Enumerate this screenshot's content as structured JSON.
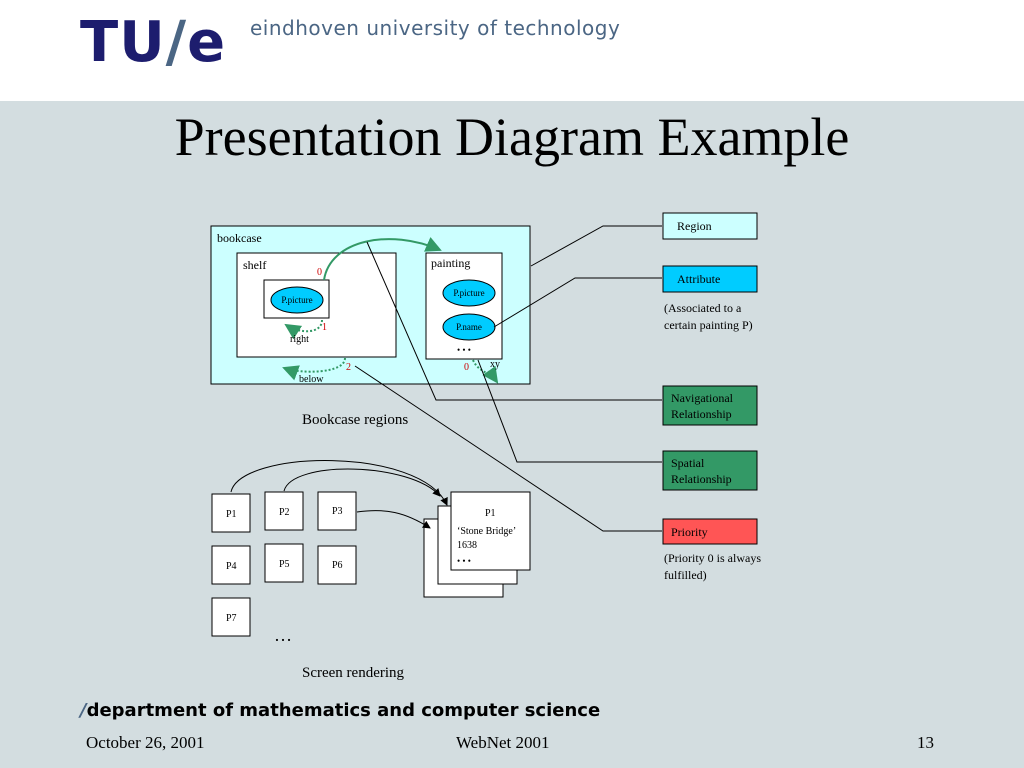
{
  "header": {
    "logo_tu": "TU",
    "logo_slash": "/",
    "logo_e": "e",
    "university": "eindhoven university of technology"
  },
  "title": "Presentation Diagram Example",
  "diagram": {
    "bookcase": "bookcase",
    "shelf": "shelf",
    "painting": "painting",
    "p_picture": "P.picture",
    "p_name": "P.name",
    "dots": "• • •",
    "priority_0a": "0",
    "priority_1": "1",
    "priority_2": "2",
    "priority_0b": "0",
    "right": "right",
    "below": "below",
    "xy": "xy",
    "bookcase_regions": "Bookcase regions",
    "tiles": [
      "P1",
      "P2",
      "P3",
      "P4",
      "P5",
      "P6",
      "P7"
    ],
    "ellipsis": "…",
    "detail_title": "P1",
    "detail_line1": "‘Stone Bridge’",
    "detail_line2": "1638",
    "detail_dots": "• • •",
    "screen_rendering": "Screen rendering"
  },
  "legend": {
    "region": "Region",
    "attribute": "Attribute",
    "attribute_note_1": "(Associated to a",
    "attribute_note_2": "certain painting P)",
    "nav_1": "Navigational",
    "nav_2": "Relationship",
    "spatial_1": "Spatial",
    "spatial_2": "Relationship",
    "priority": "Priority",
    "priority_note_1": "(Priority 0 is always",
    "priority_note_2": "fulfilled)"
  },
  "footer": {
    "department_slash": "/",
    "department": "department of mathematics and computer science",
    "date": "October 26, 2001",
    "event": "WebNet 2001",
    "page": "13"
  },
  "colors": {
    "background": "#d3dde0",
    "region_fill": "#ccffff",
    "attribute_fill": "#00ccff",
    "navigational_fill": "#339966",
    "priority_fill": "#ff5555",
    "arrow_green": "#339966",
    "priority_number": "#cc0000"
  }
}
